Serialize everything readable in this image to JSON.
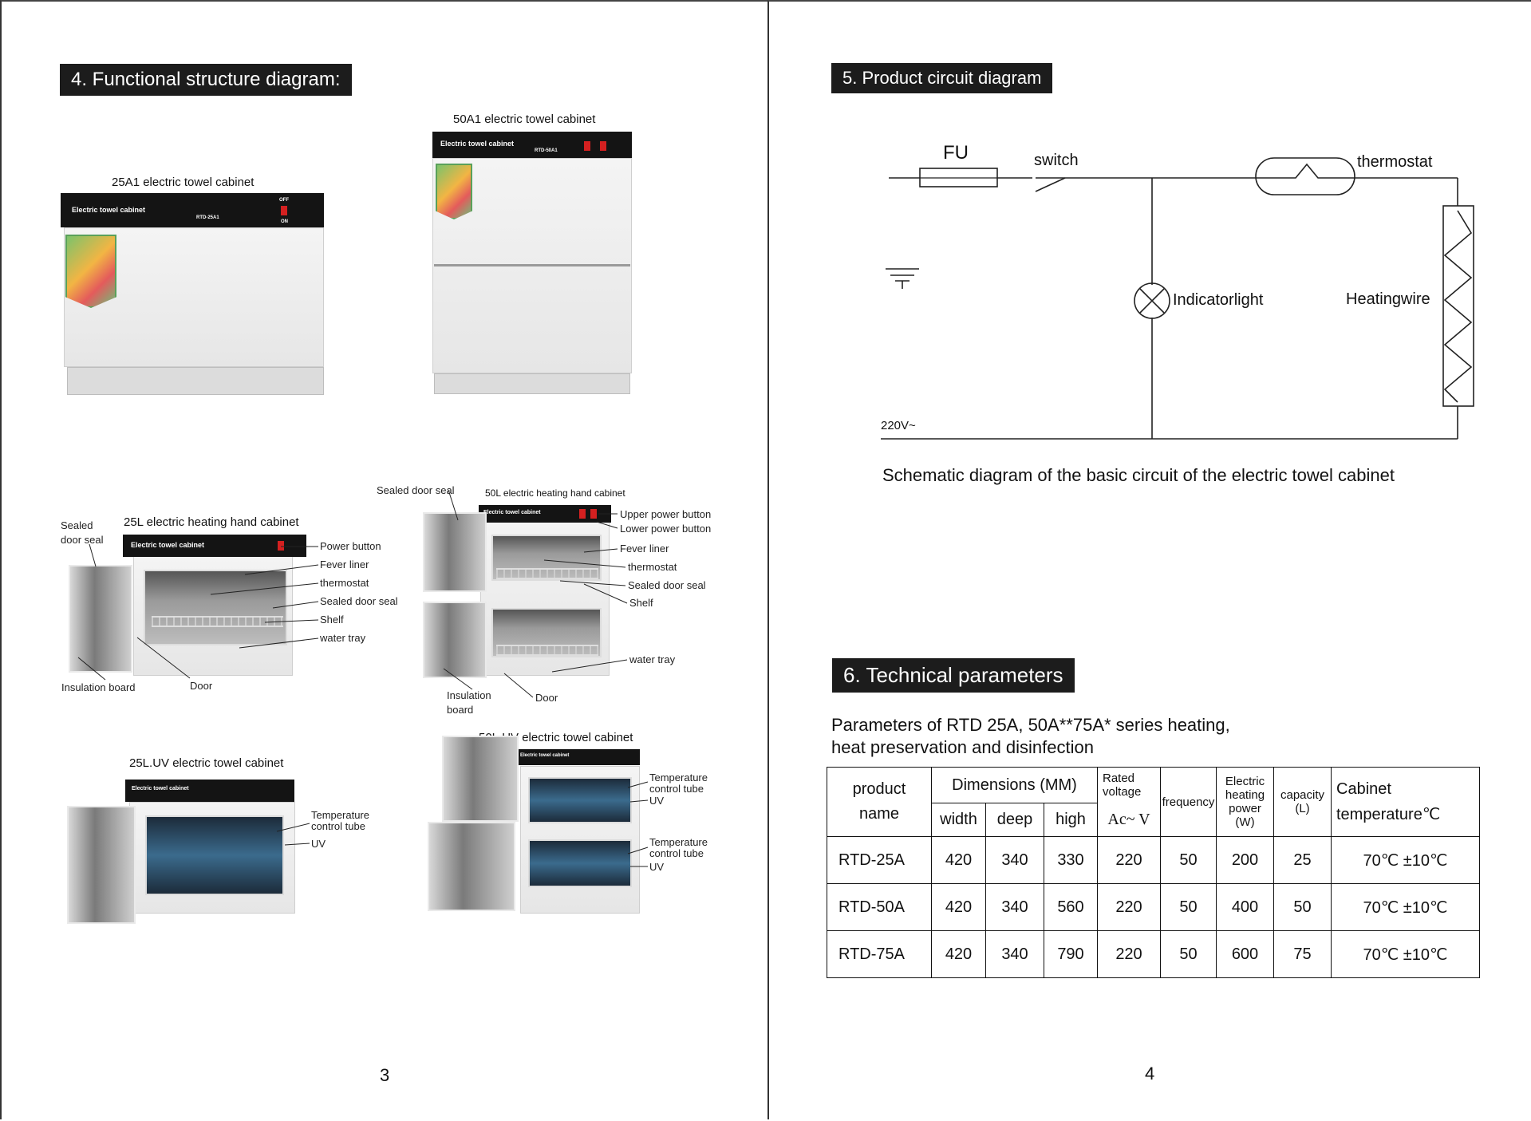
{
  "left_page": {
    "heading": "4. Functional structure diagram:",
    "page_number": "3",
    "cabinet_25a1": {
      "caption": "25A1 electric towel cabinet",
      "panel_text": "Electric towel cabinet",
      "model": "RTD-25A1",
      "off": "OFF",
      "on": "ON"
    },
    "cabinet_50a1": {
      "caption": "50A1 electric towel cabinet",
      "panel_text": "Electric towel cabinet",
      "model": "RTD-50A1"
    },
    "cabinet_25l": {
      "caption": "25L electric heating hand cabinet",
      "panel_text": "Electric towel cabinet",
      "labels": {
        "sealed_door_seal_side": "Sealed\ndoor seal",
        "power_button": "Power button",
        "fever_liner": "Fever liner",
        "thermostat": "thermostat",
        "sealed_door_seal": "Sealed door seal",
        "shelf": "Shelf",
        "water_tray": "water tray",
        "insulation_board": "Insulation board",
        "door": "Door"
      }
    },
    "cabinet_50l": {
      "caption": "50L electric heating hand cabinet",
      "panel_text": "Electric towel cabinet",
      "labels": {
        "sealed_door_seal_top": "Sealed door seal",
        "upper_power_button": "Upper power button",
        "lower_power_button": "Lower power button",
        "fever_liner": "Fever liner",
        "thermostat": "thermostat",
        "sealed_door_seal": "Sealed door seal",
        "shelf": "Shelf",
        "water_tray": "water tray",
        "insulation_board": "Insulation\nboard",
        "door": "Door"
      }
    },
    "cabinet_25luv": {
      "caption": "25L.UV electric towel cabinet",
      "panel_text": "Electric towel cabinet",
      "labels": {
        "temperature_control_tube": "Temperature\ncontrol tube",
        "uv": "UV"
      }
    },
    "cabinet_50luv": {
      "caption": "50L.UV electric towel cabinet",
      "panel_text": "Electric towel cabinet",
      "labels": {
        "temperature_control_tube_upper": "Temperature\ncontrol tube",
        "uv_upper": "UV",
        "temperature_control_tube_lower": "Temperature\ncontrol tube",
        "uv_lower": "UV"
      }
    }
  },
  "right_page": {
    "page_number": "4",
    "circuit": {
      "heading": "5. Product circuit diagram",
      "fu": "FU",
      "switch": "switch",
      "thermostat": "thermostat",
      "indicator_light": "Indicatorlight",
      "heating_wire": "Heatingwire",
      "voltage": "220V~",
      "caption": "Schematic diagram of the basic circuit of the electric towel cabinet"
    },
    "tech": {
      "heading": "6. Technical parameters",
      "intro_line1": "Parameters of RTD 25A, 50A**75A* series heating,",
      "intro_line2": "heat preservation and disinfection",
      "table": {
        "h_product_name": "product\nname",
        "h_dimensions": "Dimensions (MM)",
        "h_width": "width",
        "h_deep": "deep",
        "h_high": "high",
        "h_rated_voltage": "Rated\nvoltage",
        "h_voltage_unit": "Ac~ V",
        "h_frequency": "frequency",
        "h_power": "Electric\nheating\npower\n(W)",
        "h_capacity": "capacity\n(L)",
        "h_temperature": "Cabinet\ntemperature℃",
        "rows": [
          [
            "RTD-25A",
            "420",
            "340",
            "330",
            "220",
            "50",
            "200",
            "25",
            "70℃ ±10℃"
          ],
          [
            "RTD-50A",
            "420",
            "340",
            "560",
            "220",
            "50",
            "400",
            "50",
            "70℃ ±10℃"
          ],
          [
            "RTD-75A",
            "420",
            "340",
            "790",
            "220",
            "50",
            "600",
            "75",
            "70℃ ±10℃"
          ]
        ]
      }
    }
  }
}
